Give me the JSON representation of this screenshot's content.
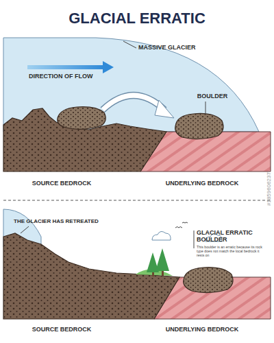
{
  "diagram": {
    "title": "GLACIAL ERRATIC",
    "labels": [
      "MASSIVE GLACIER",
      "DIRECTION OF FLOW",
      "BOULDER",
      "SOURCE BEDROCK",
      "UNDERLYING BEDROCK",
      "THE GLACIER HAS RETREATED",
      "GLACIAL ERRATIC BOULDER",
      "This boulder is an erratic because its rock type does not match the local bedrock it rests on",
      "SOURCE BEDROCK",
      "UNDERLYING BEDROCK",
      "#1859606237"
    ]
  }
}
